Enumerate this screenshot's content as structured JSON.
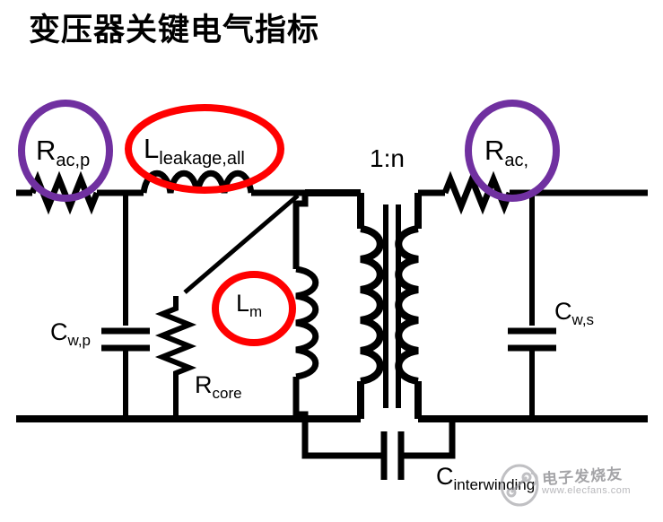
{
  "slide": {
    "title": "变压器关键电气指标",
    "background_color": "#ffffff"
  },
  "colors": {
    "wire": "#000000",
    "highlight_purple": "#7030a0",
    "highlight_red": "#ff0000",
    "text": "#000000"
  },
  "highlights": [
    {
      "id": "rac-p",
      "shape": "circle",
      "color": "#7030a0",
      "base": "R",
      "sub": "ac,p"
    },
    {
      "id": "lleakage-all",
      "shape": "ellipse",
      "color": "#ff0000",
      "base": "L",
      "sub": "leakage,all"
    },
    {
      "id": "lm",
      "shape": "circle",
      "color": "#ff0000",
      "base": "L",
      "sub": "m"
    },
    {
      "id": "rac-s",
      "shape": "circle",
      "color": "#7030a0",
      "base": "R",
      "sub": "ac,"
    }
  ],
  "labels": {
    "rac_p": {
      "base": "R",
      "sub": "ac,p"
    },
    "l_leakage": {
      "base": "L",
      "sub": "leakage,all"
    },
    "turns_ratio": {
      "text": "1:n"
    },
    "rac_s": {
      "base": "R",
      "sub": "ac,"
    },
    "cw_p": {
      "base": "C",
      "sub": "w,p"
    },
    "l_m": {
      "base": "L",
      "sub": "m"
    },
    "r_core": {
      "base": "R",
      "sub": "core"
    },
    "cw_s": {
      "base": "C",
      "sub": "w,s"
    },
    "c_interwinding": {
      "base": "C",
      "sub": "interwinding"
    }
  },
  "components": [
    {
      "name": "resistor-rac-p",
      "type": "resistor",
      "label": "R_ac,p"
    },
    {
      "name": "inductor-leakage",
      "type": "inductor",
      "label": "L_leakage,all"
    },
    {
      "name": "capacitor-cw-p",
      "type": "capacitor",
      "label": "C_w,p"
    },
    {
      "name": "resistor-rcore",
      "type": "resistor",
      "label": "R_core"
    },
    {
      "name": "inductor-lm",
      "type": "inductor",
      "label": "L_m"
    },
    {
      "name": "transformer",
      "type": "transformer",
      "label": "1:n"
    },
    {
      "name": "resistor-rac-s",
      "type": "resistor",
      "label": "R_ac,"
    },
    {
      "name": "capacitor-cw-s",
      "type": "capacitor",
      "label": "C_w,s"
    },
    {
      "name": "capacitor-interwinding",
      "type": "capacitor",
      "label": "C_interwinding"
    }
  ],
  "watermark": {
    "text": "电子发烧友",
    "url": "www.elecfans.com"
  }
}
